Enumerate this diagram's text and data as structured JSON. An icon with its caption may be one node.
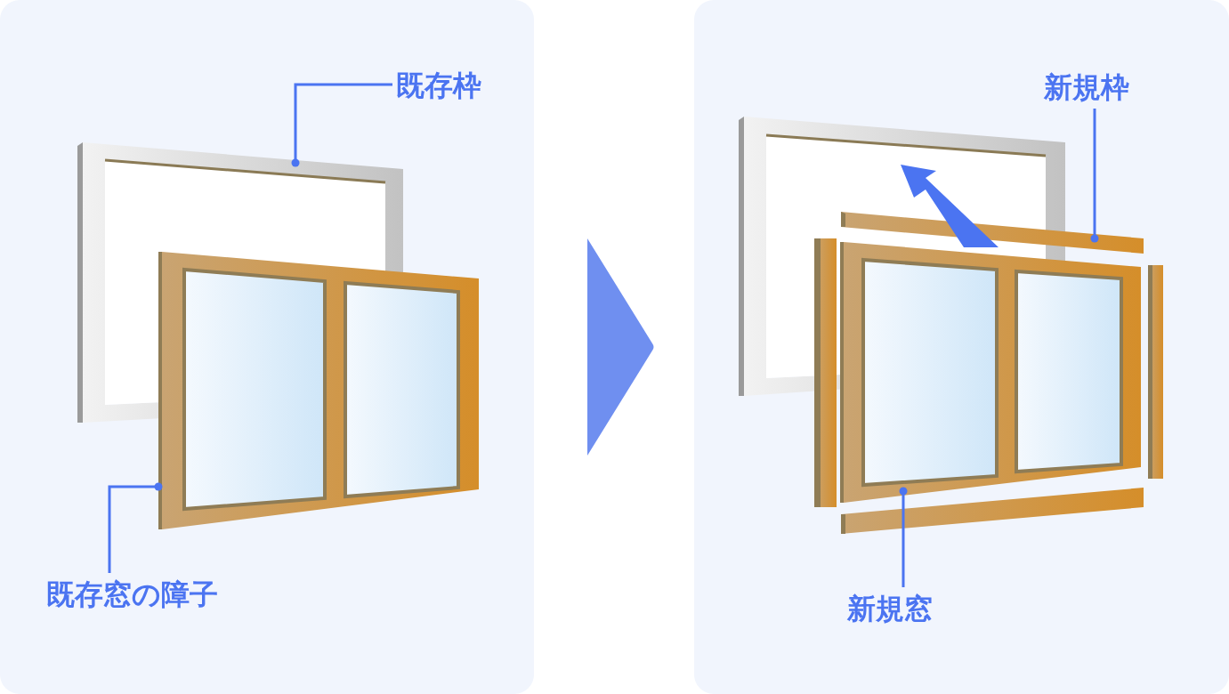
{
  "diagram": {
    "nodes": [
      {
        "text": [
          "既存枠"
        ]
      },
      {
        "text": [],
        "shape": "picture"
      },
      {
        "text": [
          "既存窓の障子"
        ]
      },
      {
        "text": [],
        "shape": "picture"
      },
      {
        "text": [
          "新規枠"
        ]
      },
      {
        "text": [],
        "shape": "picture"
      },
      {
        "text": [
          "新規窓"
        ]
      },
      {
        "text": [],
        "shape": "picture"
      }
    ],
    "edges": [
      {
        "from": 0,
        "to": 1,
        "arrow": "other"
      },
      {
        "from": 2,
        "to": 3,
        "arrow": "other"
      },
      {
        "from": 4,
        "to": 5,
        "arrow": "other"
      },
      {
        "from": 6,
        "to": 7,
        "arrow": "other"
      }
    ]
  }
}
